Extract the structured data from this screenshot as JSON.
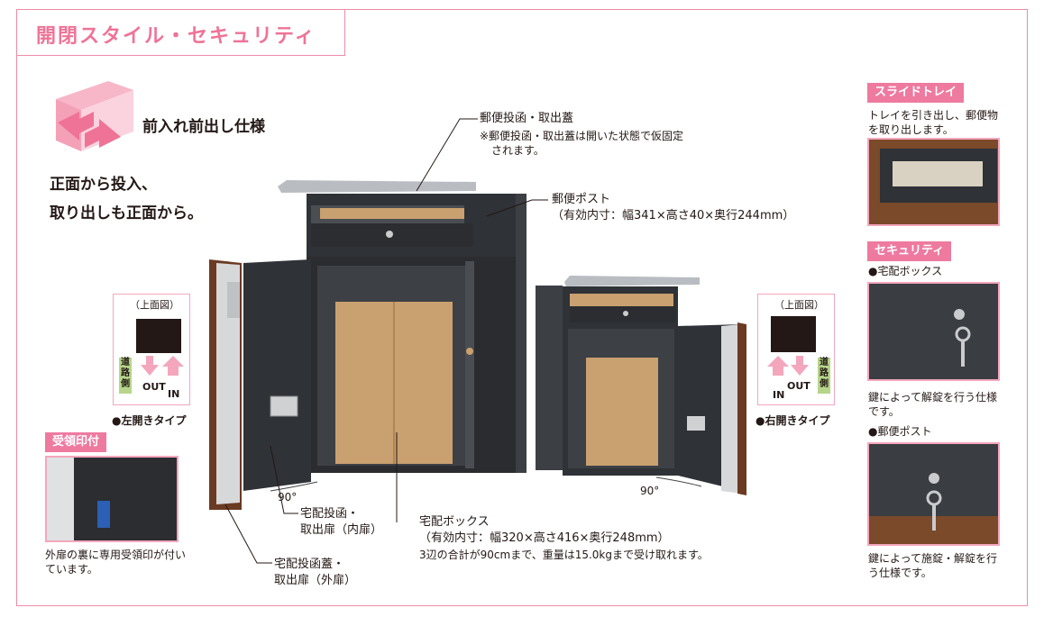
{
  "header": {
    "title": "開閉スタイル・セキュリティ"
  },
  "feature": {
    "label": "前入れ前出し仕様",
    "headline_line1": "正面から投入、",
    "headline_line2": "取り出しも正面から。"
  },
  "callouts": {
    "mail_slot_lid_title": "郵便投函・取出蓋",
    "mail_slot_lid_note1": "※郵便投函・取出蓋は開いた状態で仮固定",
    "mail_slot_lid_note2": "されます。",
    "mailbox_title": "郵便ポスト",
    "mailbox_dims": "（有効内寸：幅341×高さ40×奥行244mm）",
    "parcel_inner_door_1": "宅配投函・",
    "parcel_inner_door_2": "取出扉（内扉）",
    "parcel_outer_door_1": "宅配投函蓋・",
    "parcel_outer_door_2": "取出扉（外扉）",
    "parcel_box_title": "宅配ボックス",
    "parcel_box_dims": "（有効内寸：幅320×高さ416×奥行248mm）",
    "parcel_box_note": "3辺の合計が90cmまで、重量は15.0kgまで受け取れます。",
    "angle_left": "90°",
    "angle_right": "90°"
  },
  "top_view_left": {
    "title": "（上面図）",
    "road_label": "道路側",
    "out": "OUT",
    "in": "IN",
    "type": "●左開きタイプ"
  },
  "top_view_right": {
    "title": "（上面図）",
    "road_label": "道路側",
    "out": "OUT",
    "in": "IN",
    "type": "●右開きタイプ"
  },
  "stamp_section": {
    "badge": "受領印付",
    "caption": "外扉の裏に専用受領印が付いています。"
  },
  "right_column": {
    "slide_badge": "スライドトレイ",
    "slide_caption": "トレイを引き出し、郵便物を取り出します。",
    "security_badge": "セキュリティ",
    "parcel_label": "●宅配ボックス",
    "parcel_caption": "鍵によって解錠を行う仕様です。",
    "mail_label": "●郵便ポスト",
    "mail_caption": "鍵によって施錠・解錠を行う仕様です。"
  },
  "colors": {
    "accent": "#ef7397",
    "frame": "#f08aa8",
    "body": "#3a3d41",
    "wood": "#6b3a22",
    "cardboard": "#c9a070"
  }
}
